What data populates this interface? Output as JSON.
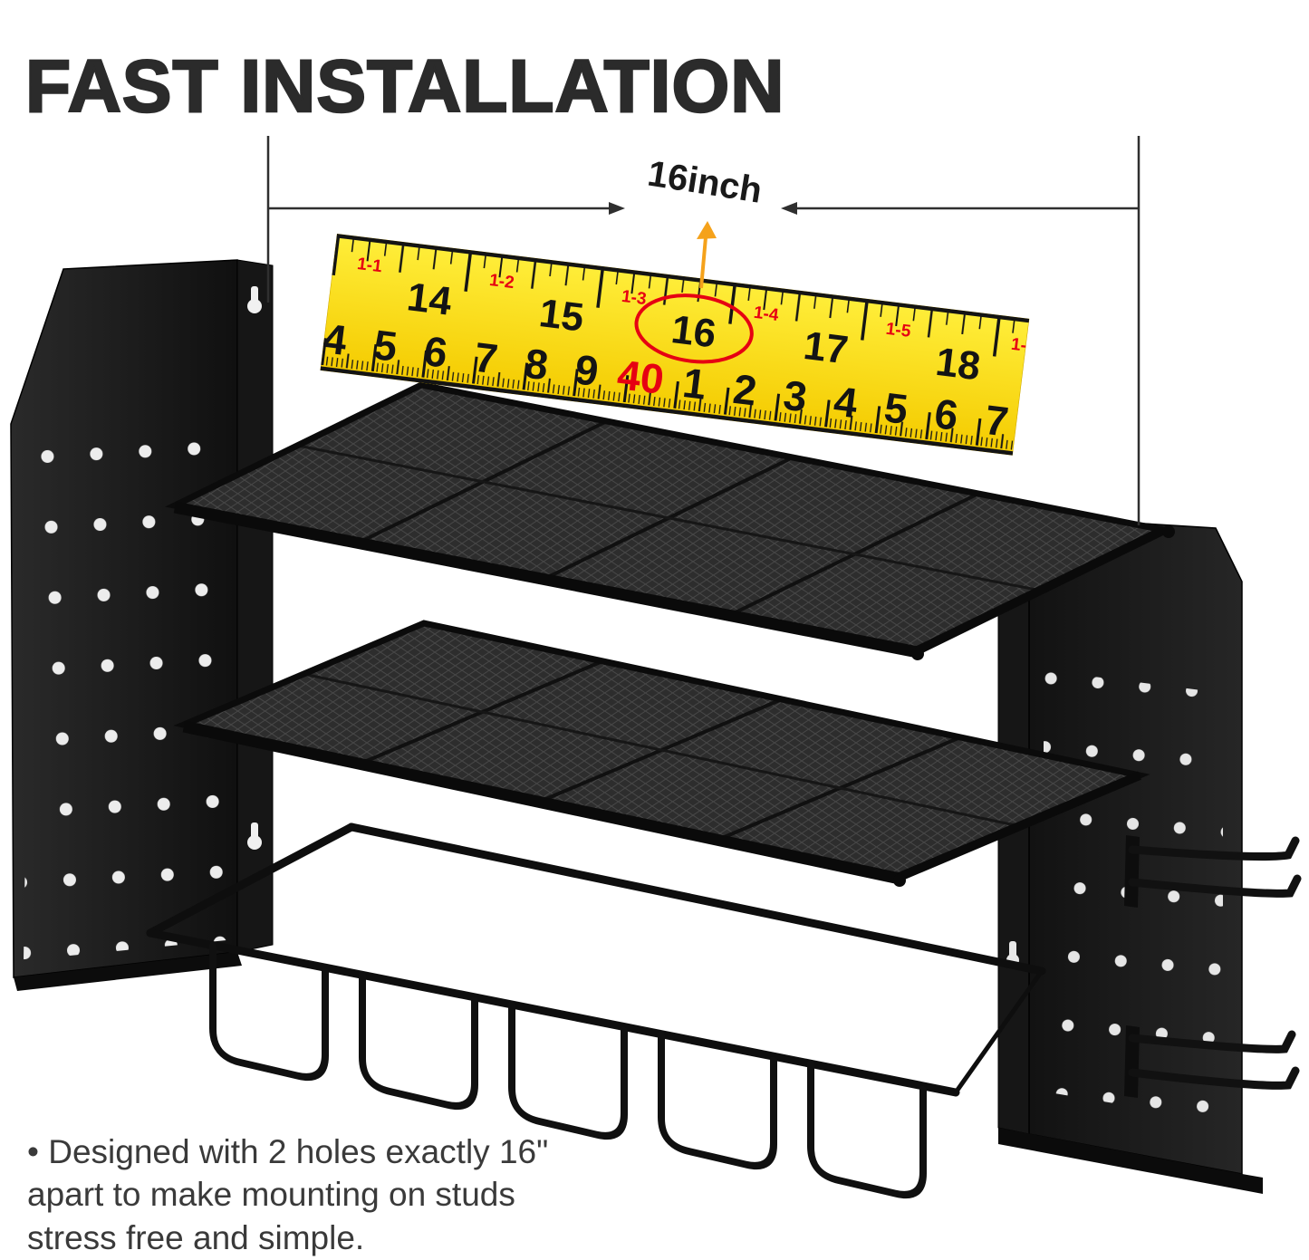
{
  "header": {
    "title": "FAST INSTALLATION"
  },
  "dimension": {
    "label": "16inch"
  },
  "tape": {
    "inch_numbers": [
      "14",
      "15",
      "16",
      "17",
      "18"
    ],
    "foot_markers": [
      "1-1",
      "1-2",
      "1-3",
      "1-4",
      "1-5",
      "1-"
    ],
    "cm_numbers_left": [
      "4",
      "5",
      "6",
      "7",
      "8",
      "9"
    ],
    "cm_number_red": "40",
    "cm_numbers_right": [
      "1",
      "2",
      "3",
      "4",
      "5",
      "6",
      "7"
    ],
    "highlighted_number": "16"
  },
  "caption": {
    "lines": [
      "• Designed with 2 holes exactly 16\"",
      "apart to make mounting on studs",
      "stress free and simple."
    ]
  },
  "colors": {
    "tape_yellow": "#ffdf1b",
    "highlight_red": "#e60012",
    "marker_red": "#e60012",
    "arrow_orange": "#f5a21b",
    "panel_black": "#161616",
    "mesh_gray": "#2d2d2d",
    "text_dark": "#2b2b2b"
  }
}
